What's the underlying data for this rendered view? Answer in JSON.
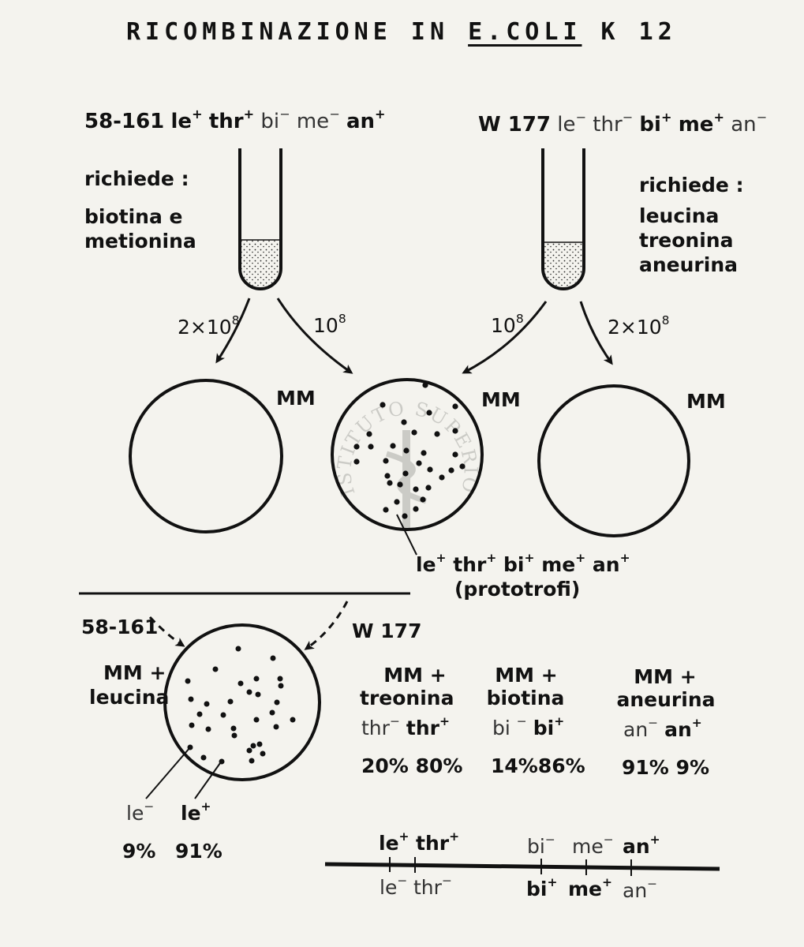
{
  "title": {
    "part1": "RICOMBINAZIONE IN ",
    "part2": "E.COLI",
    "part3": " K 12"
  },
  "strain_left": {
    "name": "58-161",
    "genotype": [
      {
        "gene": "le",
        "sign": "+"
      },
      {
        "gene": "thr",
        "sign": "+"
      },
      {
        "gene": "bi",
        "sign": "−"
      },
      {
        "gene": "me",
        "sign": "−"
      },
      {
        "gene": "an",
        "sign": "+"
      }
    ],
    "requires_label": "richiede :",
    "requires_line1": "biotina e",
    "requires_line2": "metionina",
    "count_left": "2×10",
    "count_left_exp": "8",
    "count_right": "10",
    "count_right_exp": "8"
  },
  "strain_right": {
    "name": "W 177",
    "genotype": [
      {
        "gene": "le",
        "sign": "−"
      },
      {
        "gene": "thr",
        "sign": "−"
      },
      {
        "gene": "bi",
        "sign": "+"
      },
      {
        "gene": "me",
        "sign": "+"
      },
      {
        "gene": "an",
        "sign": "−"
      }
    ],
    "requires_label": "richiede :",
    "requires_line1": "leucina",
    "requires_line2": "treonina",
    "requires_line3": "aneurina",
    "count_left": "10",
    "count_left_exp": "8",
    "count_right": "2×10",
    "count_right_exp": "8"
  },
  "plates": {
    "medium": "MM",
    "prototroph_genotype": "le+ thr+ bi+ me+ an+",
    "prototroph_label": "(prototrofi)"
  },
  "cross": {
    "left_strain": "58-161",
    "right_strain": "W 177",
    "plate_medium_line1": "MM +",
    "plate_medium_line2": "leucina",
    "le_minus": "le−",
    "le_plus": "le+",
    "le_minus_pct": "9%",
    "le_plus_pct": "91%"
  },
  "selections": [
    {
      "medium1": "MM +",
      "medium2": "treonina",
      "minus": "thr−",
      "plus": "thr+",
      "pct_minus": "20%",
      "pct_plus": "80%"
    },
    {
      "medium1": "MM +",
      "medium2": "biotina",
      "minus": "bi −",
      "plus": "bi+",
      "pct_minus": "14%",
      "pct_plus": "86%"
    },
    {
      "medium1": "MM +",
      "medium2": "aneurina",
      "minus": "an−",
      "plus": "an+",
      "pct_minus": "91%",
      "pct_plus": "9%"
    }
  ],
  "map": {
    "top": [
      "le+",
      "thr+",
      "bi−",
      "me−",
      "an+"
    ],
    "bottom": [
      "le−",
      "thr−",
      "bi+",
      "me+",
      "an−"
    ]
  },
  "watermark": "ISTITUTO SUPERIORE DI SANITÀ"
}
